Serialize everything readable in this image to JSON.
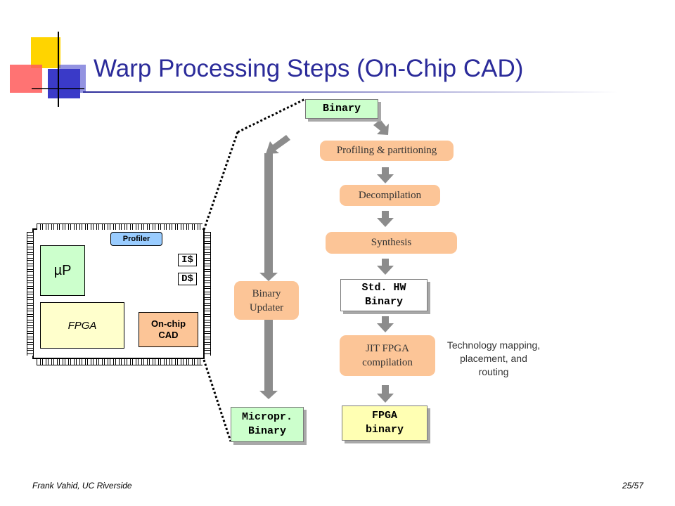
{
  "title": "Warp Processing Steps (On-Chip CAD)",
  "footer": {
    "left": "Frank Vahid, UC Riverside",
    "right": "25/57"
  },
  "chip": {
    "processor": "µP",
    "fpga": "FPGA",
    "profiler": "Profiler",
    "icache": "I$",
    "dcache": "D$",
    "cad_line1": "On-chip",
    "cad_line2": "CAD"
  },
  "flow": {
    "binary": "Binary",
    "profiling": "Profiling & partitioning",
    "decompilation": "Decompilation",
    "synthesis": "Synthesis",
    "std_hw_line1": "Std. HW",
    "std_hw_line2": "Binary",
    "jit_line1": "JIT FPGA",
    "jit_line2": "compilation",
    "jit_note_line1": "Technology mapping,",
    "jit_note_line2": "placement, and",
    "jit_note_line3": "routing",
    "fpga_binary_line1": "FPGA",
    "fpga_binary_line2": "binary",
    "updater_line1": "Binary",
    "updater_line2": "Updater",
    "micro_line1": "Micropr.",
    "micro_line2": "Binary"
  },
  "colors": {
    "title": "#2b2b9a",
    "peach_box": "#fcc597",
    "green_box": "#ccffcc",
    "yellow_box": "#ffffb3",
    "fpga_block": "#ffffcc",
    "profiler_block": "#99ccff",
    "arrow_gray": "#8c8c8c"
  }
}
